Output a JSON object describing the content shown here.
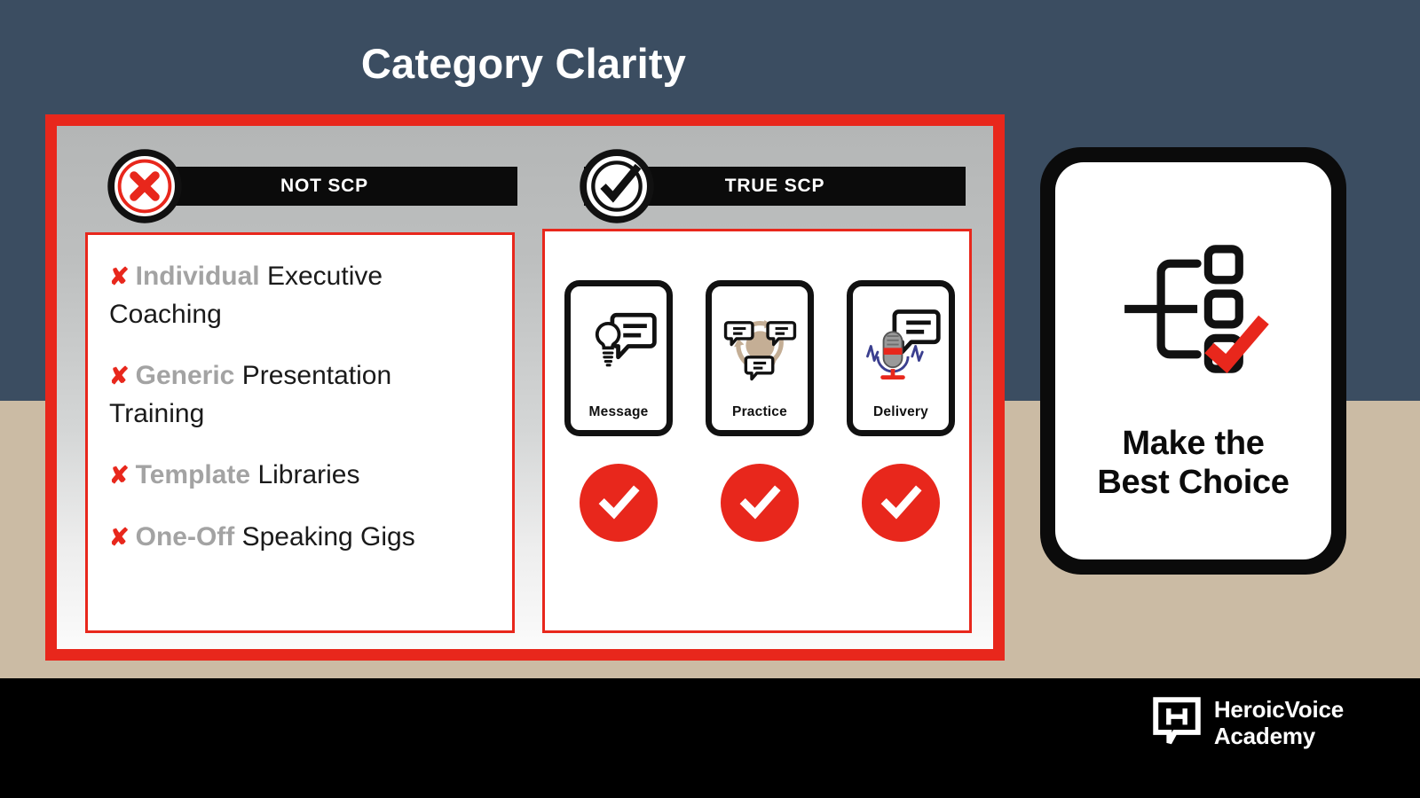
{
  "page": {
    "title": "Category Clarity",
    "background_top_color": "#3b4d61",
    "background_bottom_color": "#cbbba4",
    "footer_color": "#000000",
    "accent_color": "#e8271c"
  },
  "columns": {
    "left": {
      "header_label": "NOT SCP",
      "badge_icon": "circle-x-icon",
      "items": [
        {
          "mark": "✘",
          "emphasis": "Individual",
          "rest": " Executive Coaching"
        },
        {
          "mark": "✘",
          "emphasis": "Generic",
          "rest": " Presentation Training"
        },
        {
          "mark": "✘",
          "emphasis": "Template",
          "rest": " Libraries"
        },
        {
          "mark": "✘",
          "emphasis": "One-Off",
          "rest": " Speaking Gigs"
        }
      ]
    },
    "right": {
      "header_label": "TRUE SCP",
      "badge_icon": "circle-check-icon",
      "pillars": [
        {
          "label": "Message",
          "icon": "lightbulb-speech-bubble-icon"
        },
        {
          "label": "Practice",
          "icon": "cycle-speech-bubbles-icon"
        },
        {
          "label": "Delivery",
          "icon": "microphone-speech-bubble-icon"
        }
      ],
      "checkmarks": [
        {
          "icon": "check-circle-icon"
        },
        {
          "icon": "check-circle-icon"
        },
        {
          "icon": "check-circle-icon"
        }
      ]
    }
  },
  "side_card": {
    "icon": "decision-tree-checkbox-icon",
    "title_line1": "Make the",
    "title_line2": "Best Choice"
  },
  "footer": {
    "logo_icon": "h-speech-bubble-logo",
    "brand_line1": "HeroicVoice",
    "brand_line2": "Academy"
  }
}
